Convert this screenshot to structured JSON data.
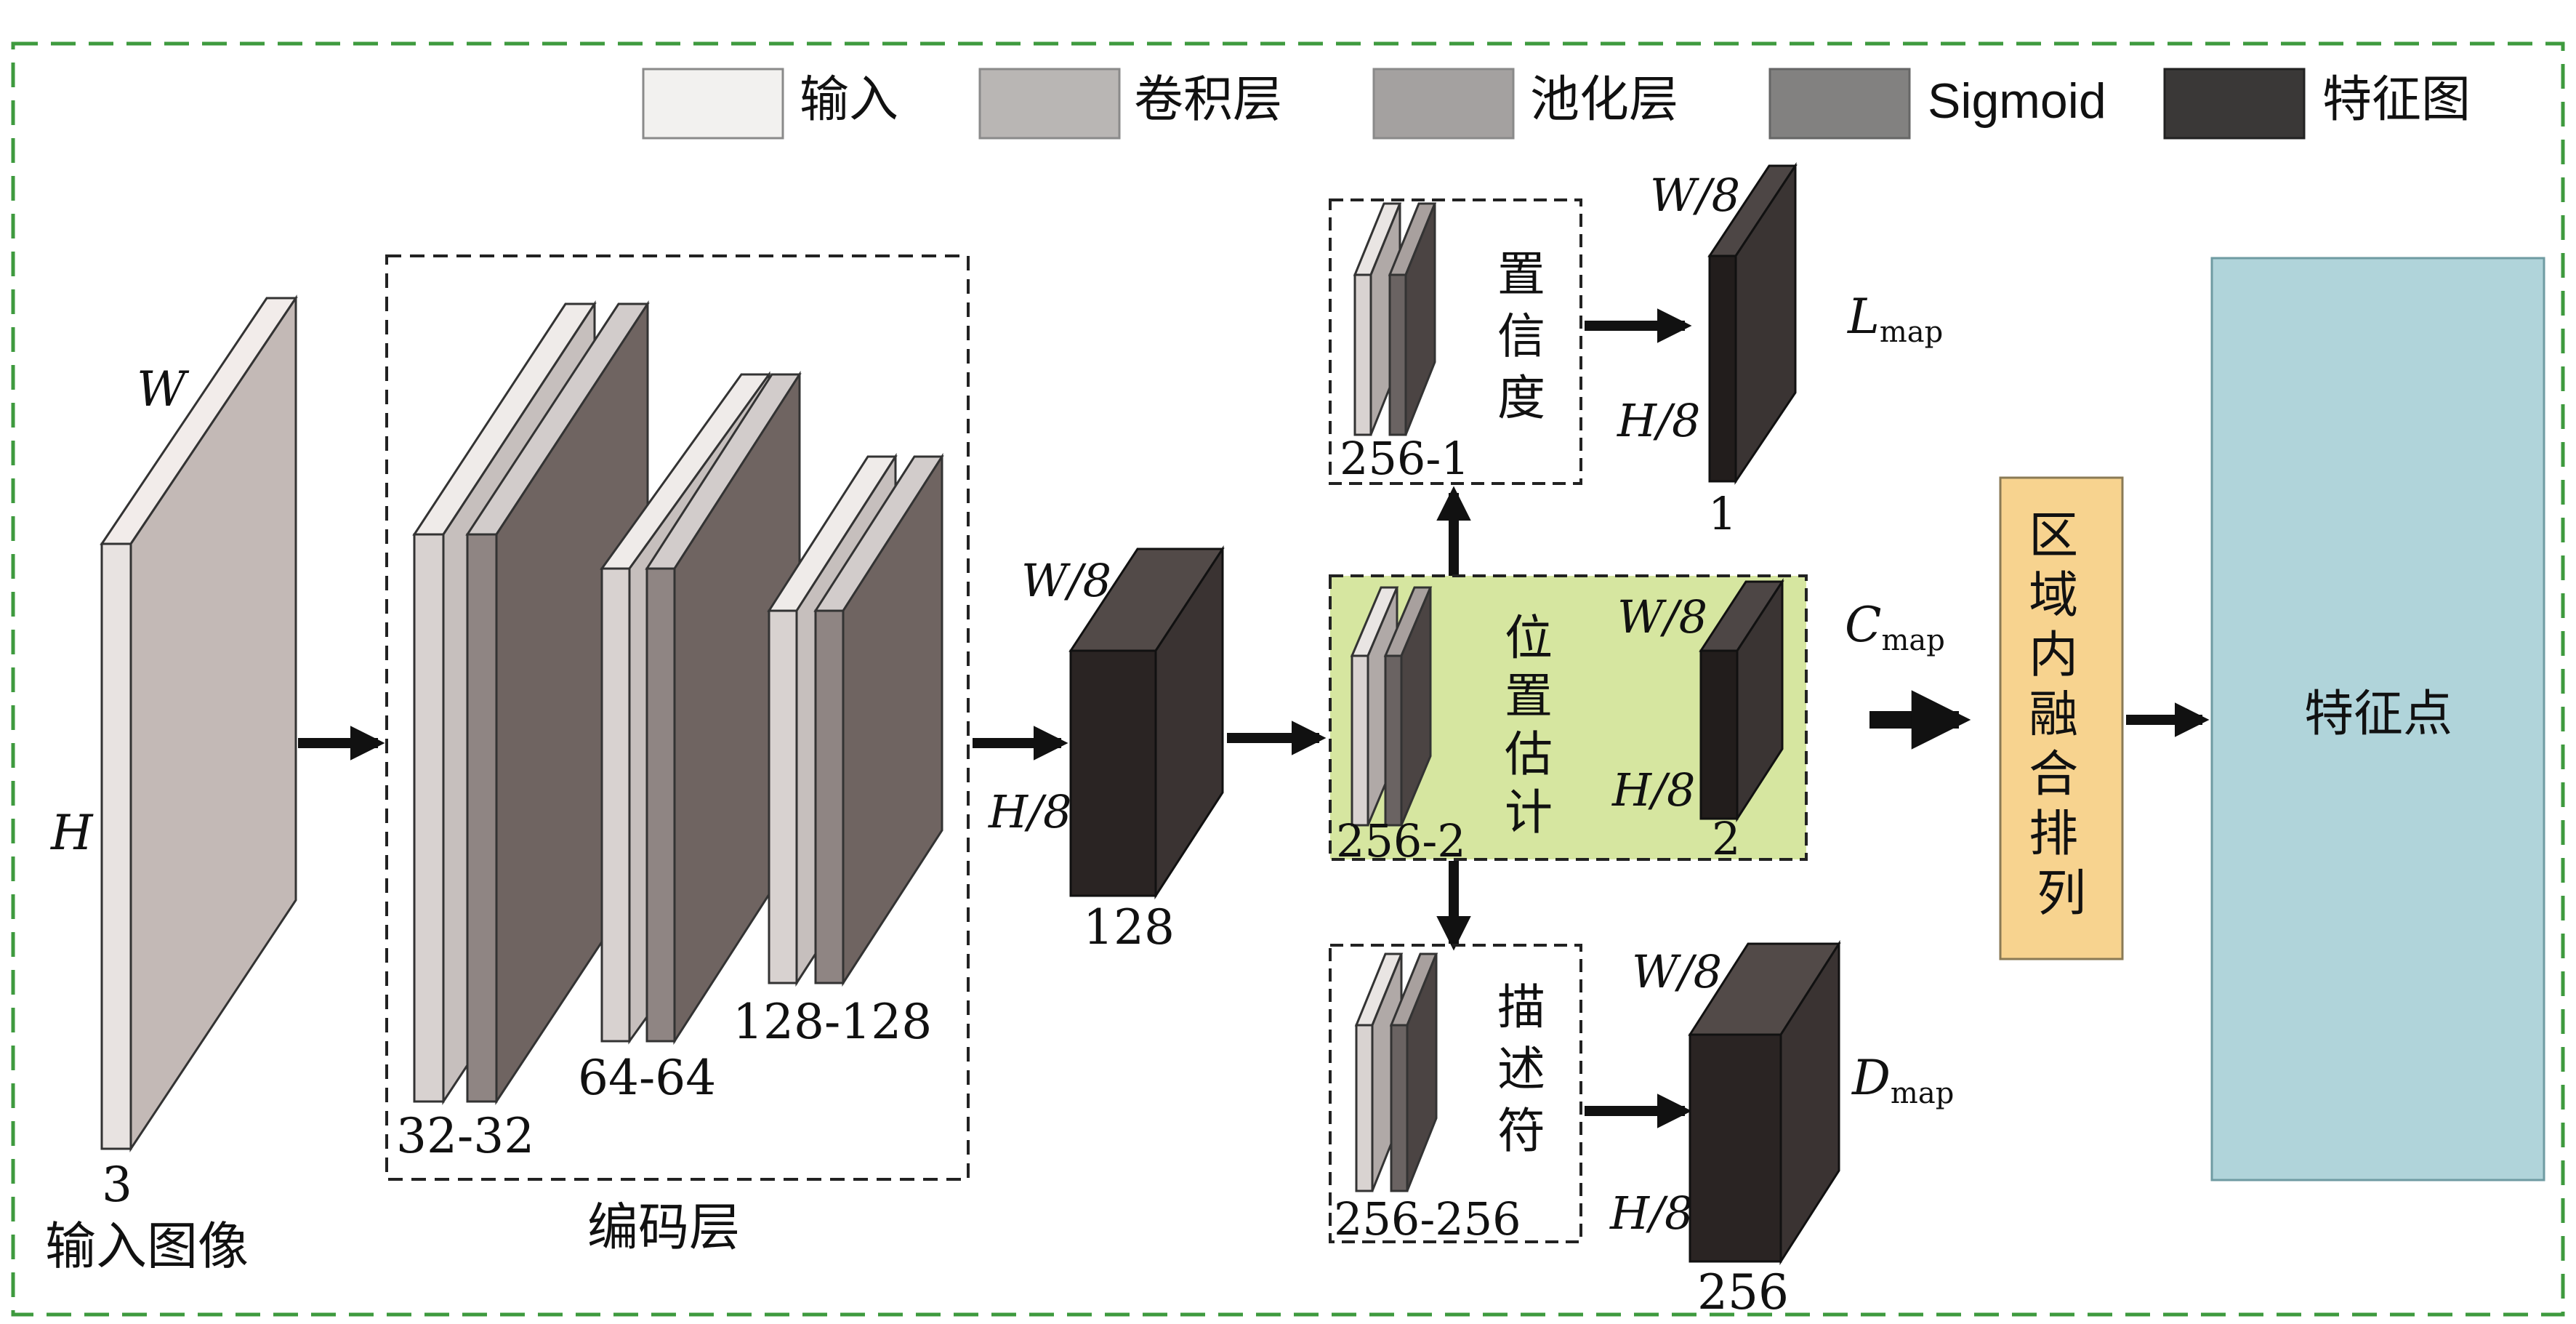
{
  "legend": {
    "input": "输入",
    "conv": "卷积层",
    "pool": "池化层",
    "sigmoid": "Sigmoid",
    "feature_map": "特征图"
  },
  "colors": {
    "input_fill": "#f2f1ef",
    "conv_fill": "#b9b6b4",
    "pool_fill": "#a4a1a0",
    "sigmoid_fill": "#828180",
    "feature_fill": "#3a3837",
    "input_slab_face": "#c3b9b6",
    "layer_face": "#6f6461",
    "green_frame": "#3e9a3e",
    "location_box": "#d6e6a0",
    "fusion_box": "#f7d38f",
    "feature_points_box": "#b0d4da"
  },
  "input": {
    "w_label": "W",
    "h_label": "H",
    "channels": "3",
    "caption": "输入图像"
  },
  "encoder": {
    "caption": "编码层",
    "blocks": [
      "32-32",
      "64-64",
      "128-128"
    ]
  },
  "shared": {
    "w_label": "W/8",
    "h_label": "H/8",
    "depth": "128"
  },
  "heads": {
    "confidence": {
      "title": "置信度",
      "conv": "256-1",
      "w_label": "W/8",
      "h_label": "H/8",
      "depth": "1",
      "out_main": "L",
      "out_sub": "map"
    },
    "location": {
      "title": "位置估计",
      "conv": "256-2",
      "w_label": "W/8",
      "h_label": "H/8",
      "depth": "2",
      "out_main": "C",
      "out_sub": "map"
    },
    "descriptor": {
      "title": "描述符",
      "conv": "256-256",
      "w_label": "W/8",
      "h_label": "H/8",
      "depth": "256",
      "out_main": "D",
      "out_sub": "map"
    }
  },
  "fusion": {
    "label": "区域内融合排列"
  },
  "output": {
    "label": "特征点"
  }
}
